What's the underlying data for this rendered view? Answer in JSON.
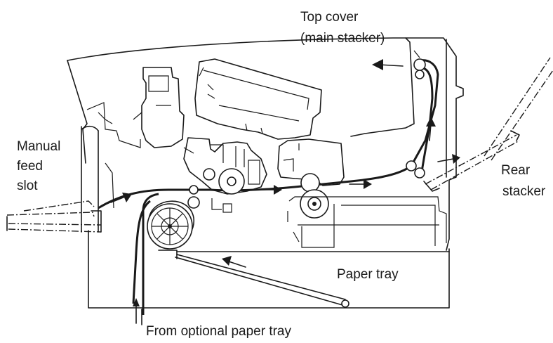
{
  "labels": {
    "top_cover_line1": "Top cover",
    "top_cover_line2": "(main stacker)",
    "manual_feed_line1": "Manual",
    "manual_feed_line2": "feed",
    "manual_feed_line3": "slot",
    "rear_stacker_line1": "Rear",
    "rear_stacker_line2": "stacker",
    "paper_tray": "Paper tray",
    "optional_tray": "From optional paper tray"
  },
  "colors": {
    "ink": "#1a1a1a",
    "background": "#ffffff"
  }
}
